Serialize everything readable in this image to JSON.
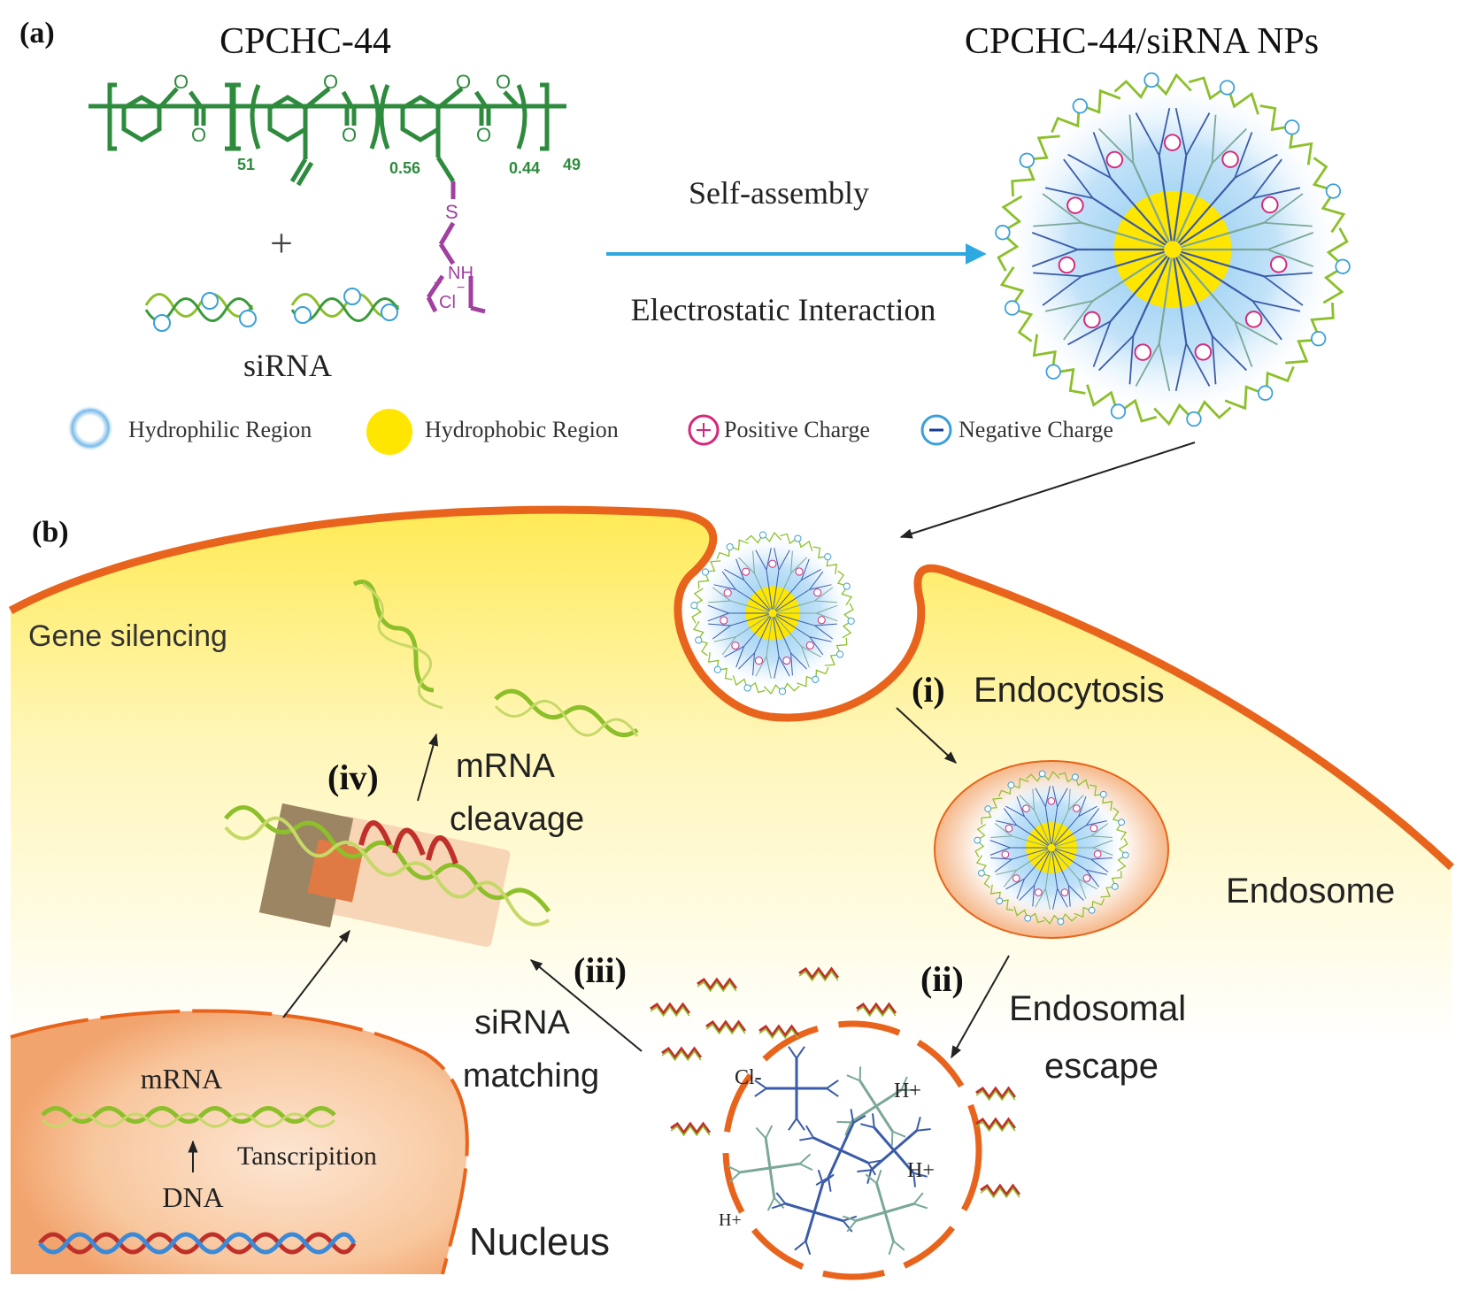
{
  "panel_a": {
    "label": "(a)",
    "polymer_name": "CPCHC-44",
    "nanoparticle_name": "CPCHC-44/siRNA NPs",
    "subscripts": {
      "block1": "51",
      "frac_vinyl": "0.56",
      "frac_amine": "0.44",
      "block2": "49"
    },
    "amine_labels": {
      "nh": "NH",
      "plus": "+",
      "cl": "Cl",
      "minus": "−"
    },
    "sulfur": "S",
    "plus_sign": "+",
    "sirna_label": "siRNA",
    "arrow_top_label": "Self-assembly",
    "arrow_bottom_label": "Electrostatic Interaction"
  },
  "legend": [
    {
      "label": "Hydrophilic Region",
      "symbol": "hydrophilic-ring"
    },
    {
      "label": "Hydrophobic Region",
      "symbol": "hydrophobic-disc"
    },
    {
      "label": "Positive Charge",
      "symbol": "plus-circle"
    },
    {
      "label": "Negative Charge",
      "symbol": "minus-circle"
    }
  ],
  "panel_b": {
    "label": "(b)",
    "gene_silencing": "Gene silencing",
    "step_i": "(i)",
    "endocytosis": "Endocytosis",
    "endosome": "Endosome",
    "step_ii": "(ii)",
    "endosomal": "Endosomal",
    "escape": "escape",
    "step_iii": "(iii)",
    "sirna_word": "siRNA",
    "matching_word": "matching",
    "step_iv": "(iv)",
    "mrna_word": "mRNA",
    "cleavage_word": "cleavage",
    "nucleus_mrna": "mRNA",
    "transcription": "Tanscripition",
    "dna": "DNA",
    "nucleus": "Nucleus",
    "ion_cl": "Cl-",
    "ion_h": "H+"
  },
  "colors": {
    "polymer_green": "#2e8b3e",
    "amine_purple": "#a040a0",
    "arrow_blue": "#2ea8e0",
    "membrane_orange": "#e8641c",
    "hydrophobic_yellow": "#ffe600",
    "positive_pink": "#d4287a",
    "negative_blue": "#3aa0d8",
    "branch_blue": "#3a5ba8",
    "branch_teal": "#7aa898",
    "rna_green": "#8cbf2a",
    "cleaved_red": "#c0302a"
  }
}
